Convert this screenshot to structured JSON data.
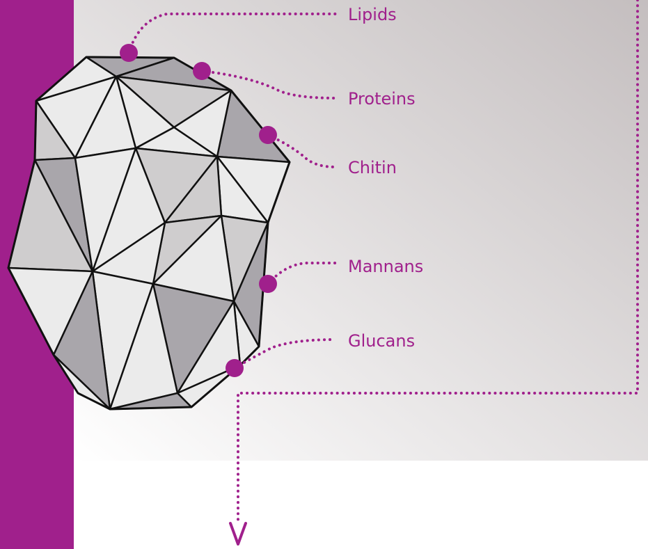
{
  "colors": {
    "accent": "#A0208C",
    "background_gradient_start": "#FFFFFF",
    "background_gradient_end": "#C4BEBF",
    "facet_light": "#EBEBEB",
    "facet_mid": "#CFCDCE",
    "facet_dark": "#A9A6AB",
    "outline": "#111111"
  },
  "labels": {
    "lipids": "Lipids",
    "proteins": "Proteins",
    "chitin": "Chitin",
    "mannans": "Mannans",
    "glucans": "Glucans"
  },
  "icons": [
    "fungal-cell-wall-polyhedron",
    "callout-dot",
    "arrow-down-icon"
  ]
}
